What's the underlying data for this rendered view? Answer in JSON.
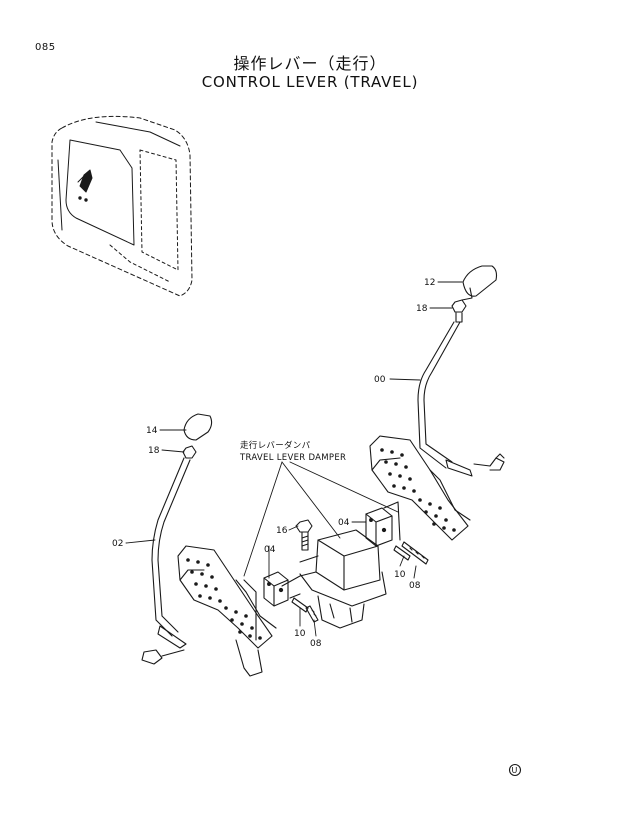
{
  "page_number": "085",
  "title_jp": "操作レバー（走行）",
  "title_en": "CONTROL LEVER (TRAVEL)",
  "damper_label_jp": "走行レバーダンパ",
  "damper_label_en": "TRAVEL LEVER DAMPER",
  "callouts": {
    "c12": "12",
    "c18_right": "18",
    "c00": "00",
    "c14": "14",
    "c18_left": "18",
    "c02": "02",
    "c16": "16",
    "c04_right": "04",
    "c04_left": "04",
    "c10_right": "10",
    "c08_right": "08",
    "c10_left": "10",
    "c08_left": "08"
  },
  "stamp_letter": "U"
}
